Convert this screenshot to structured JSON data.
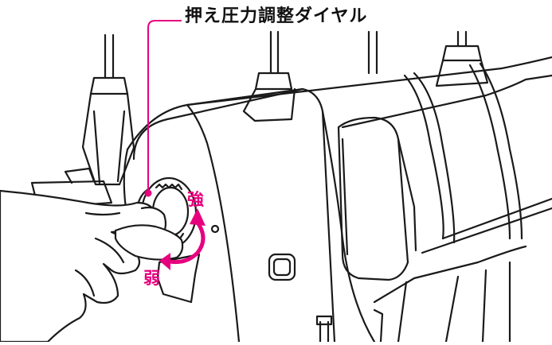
{
  "callout": {
    "title": "押え圧力調整ダイヤル",
    "strong_label": "強",
    "weak_label": "弱"
  },
  "colors": {
    "accent": "#e6007e",
    "line": "#1a1a1a"
  },
  "icons": {
    "direction_arrow": "curved-arrow"
  }
}
